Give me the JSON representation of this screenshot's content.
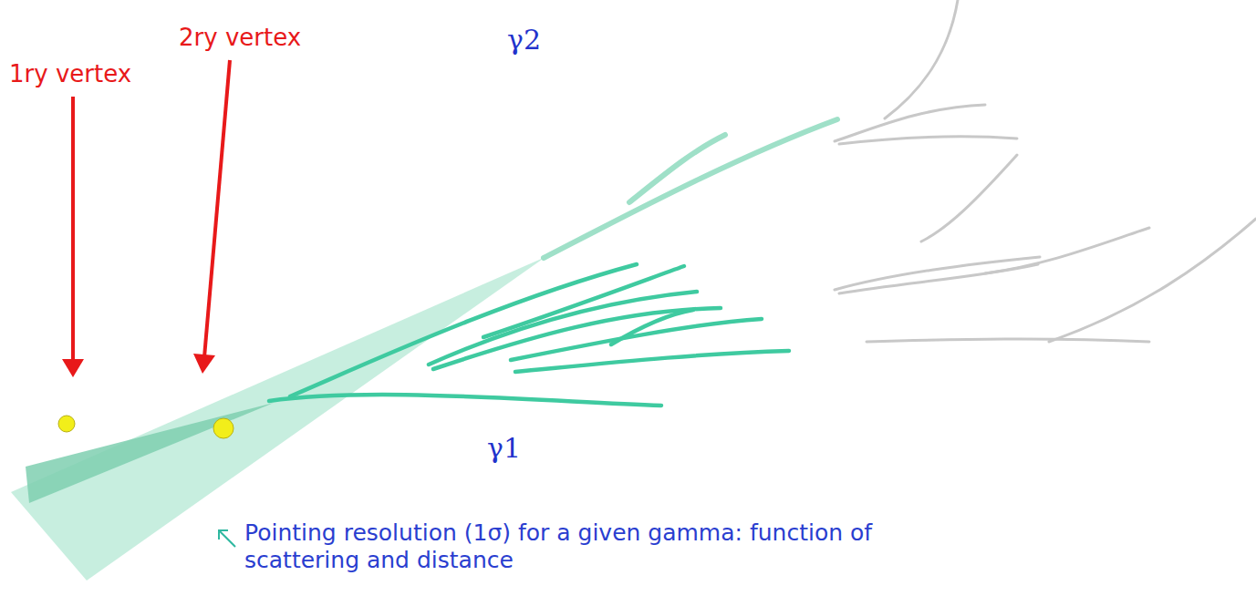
{
  "diagram": {
    "labels": [
      "1ry vertex",
      "2ry vertex",
      "γ2",
      "γ1",
      "Pointing resolution (1σ) for a given gamma: function of scattering and distance"
    ]
  }
}
